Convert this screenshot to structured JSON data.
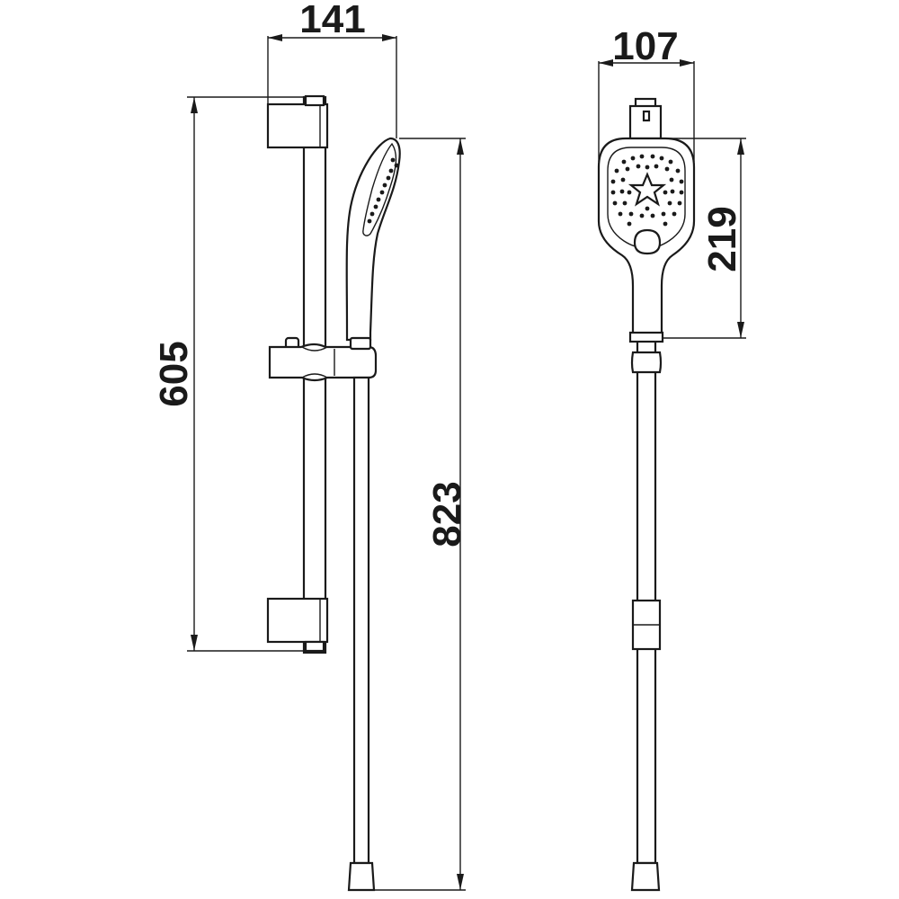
{
  "dimensions": {
    "side_width": "141",
    "front_width": "107",
    "rail_length": "605",
    "overall_height": "823",
    "head_height": "219"
  },
  "colors": {
    "line": "#1a1a1a",
    "background": "#ffffff"
  }
}
